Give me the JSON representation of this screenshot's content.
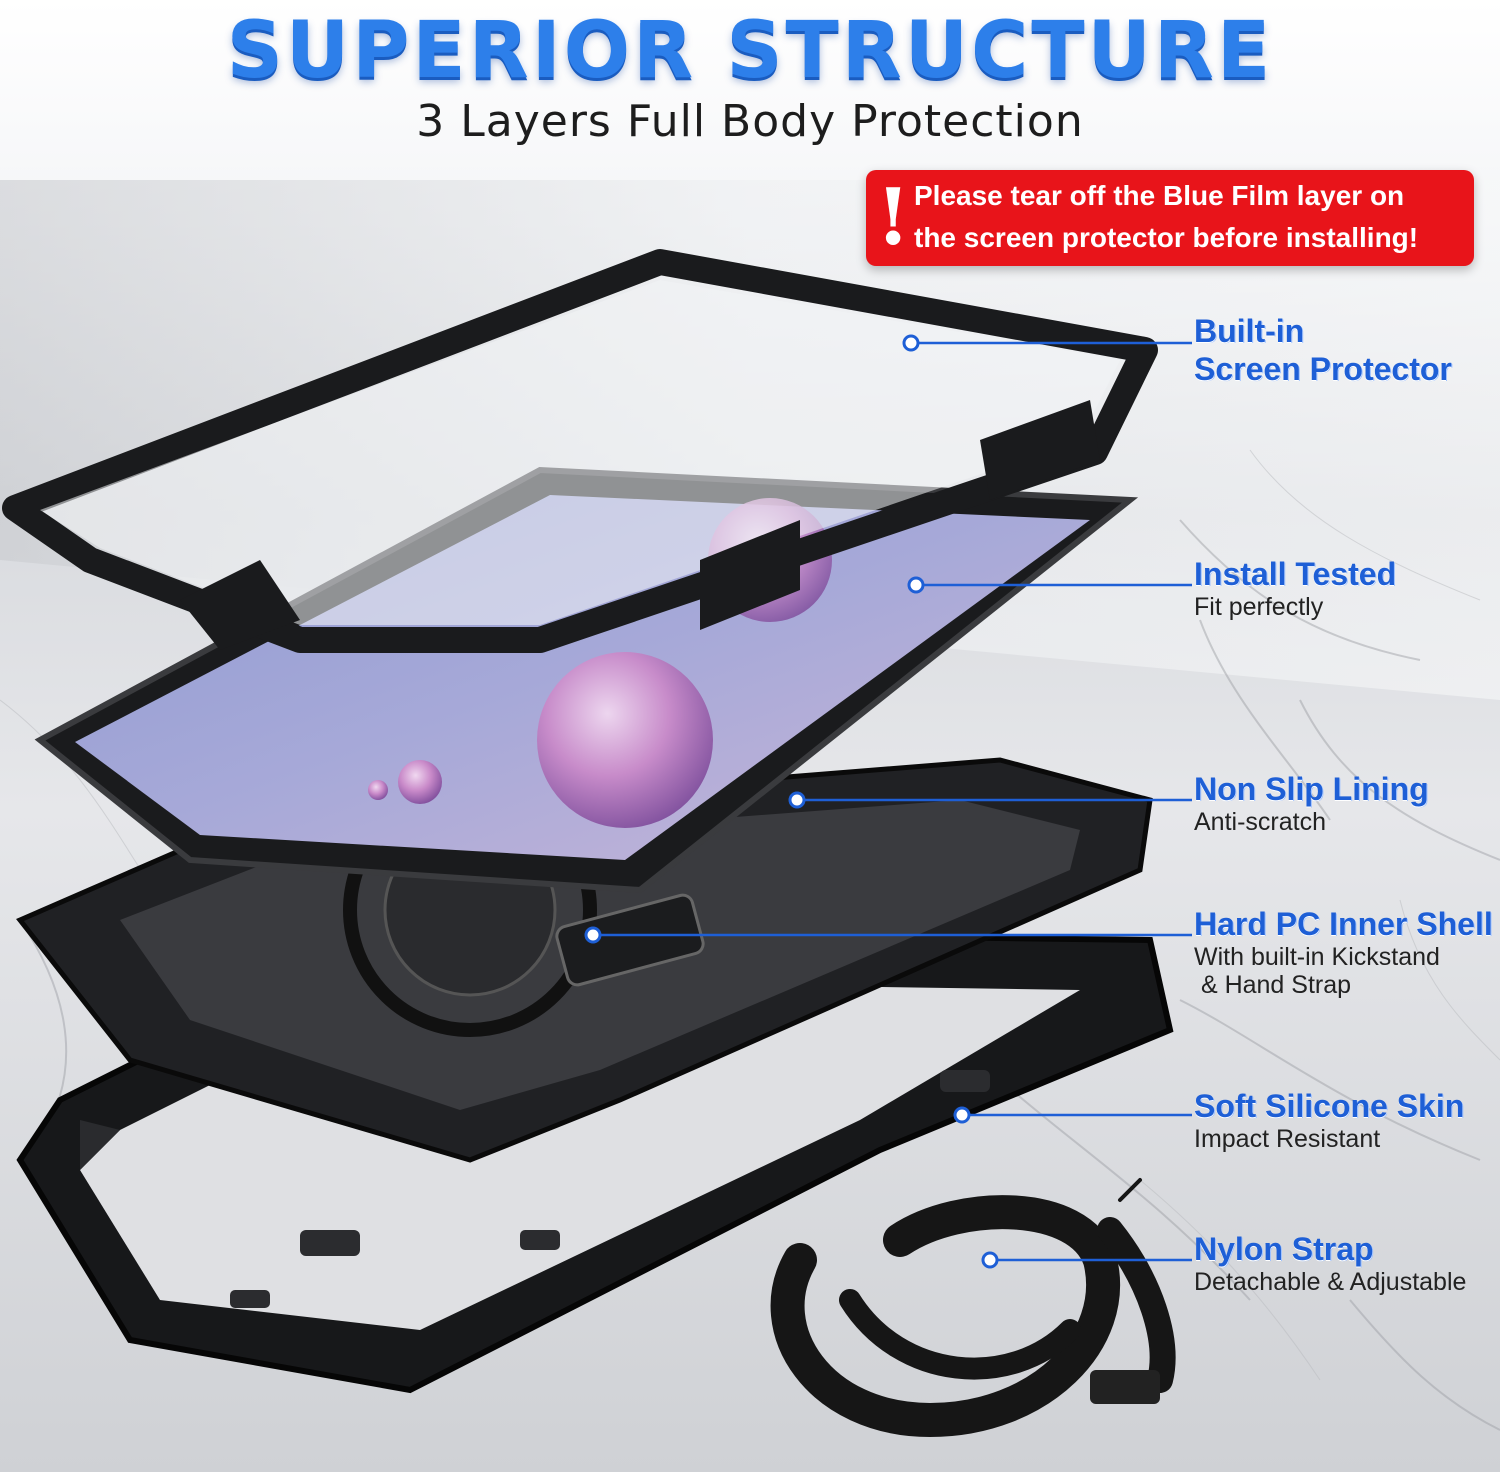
{
  "header": {
    "title": "SUPERIOR STRUCTURE",
    "subtitle": "3 Layers Full Body Protection"
  },
  "warning": {
    "icon": "exclamation-icon",
    "line1": "Please tear off the Blue Film layer on",
    "line2": "the screen protector before installing!",
    "color": "#e8141a"
  },
  "features": [
    {
      "title": "Built-in",
      "title2": "Screen Protector",
      "desc": ""
    },
    {
      "title": "Install Tested",
      "desc": "Fit perfectly"
    },
    {
      "title": "Non Slip Lining",
      "desc": "Anti-scratch"
    },
    {
      "title": "Hard PC Inner Shell",
      "desc": "With built-in Kickstand",
      "desc2": " & Hand Strap"
    },
    {
      "title": "Soft Silicone Skin",
      "desc": "Impact Resistant"
    },
    {
      "title": "Nylon Strap",
      "desc": "Detachable & Adjustable"
    }
  ],
  "colors": {
    "accent": "#1e5fd6",
    "title": "#2d7fea",
    "warning": "#e8141a"
  }
}
